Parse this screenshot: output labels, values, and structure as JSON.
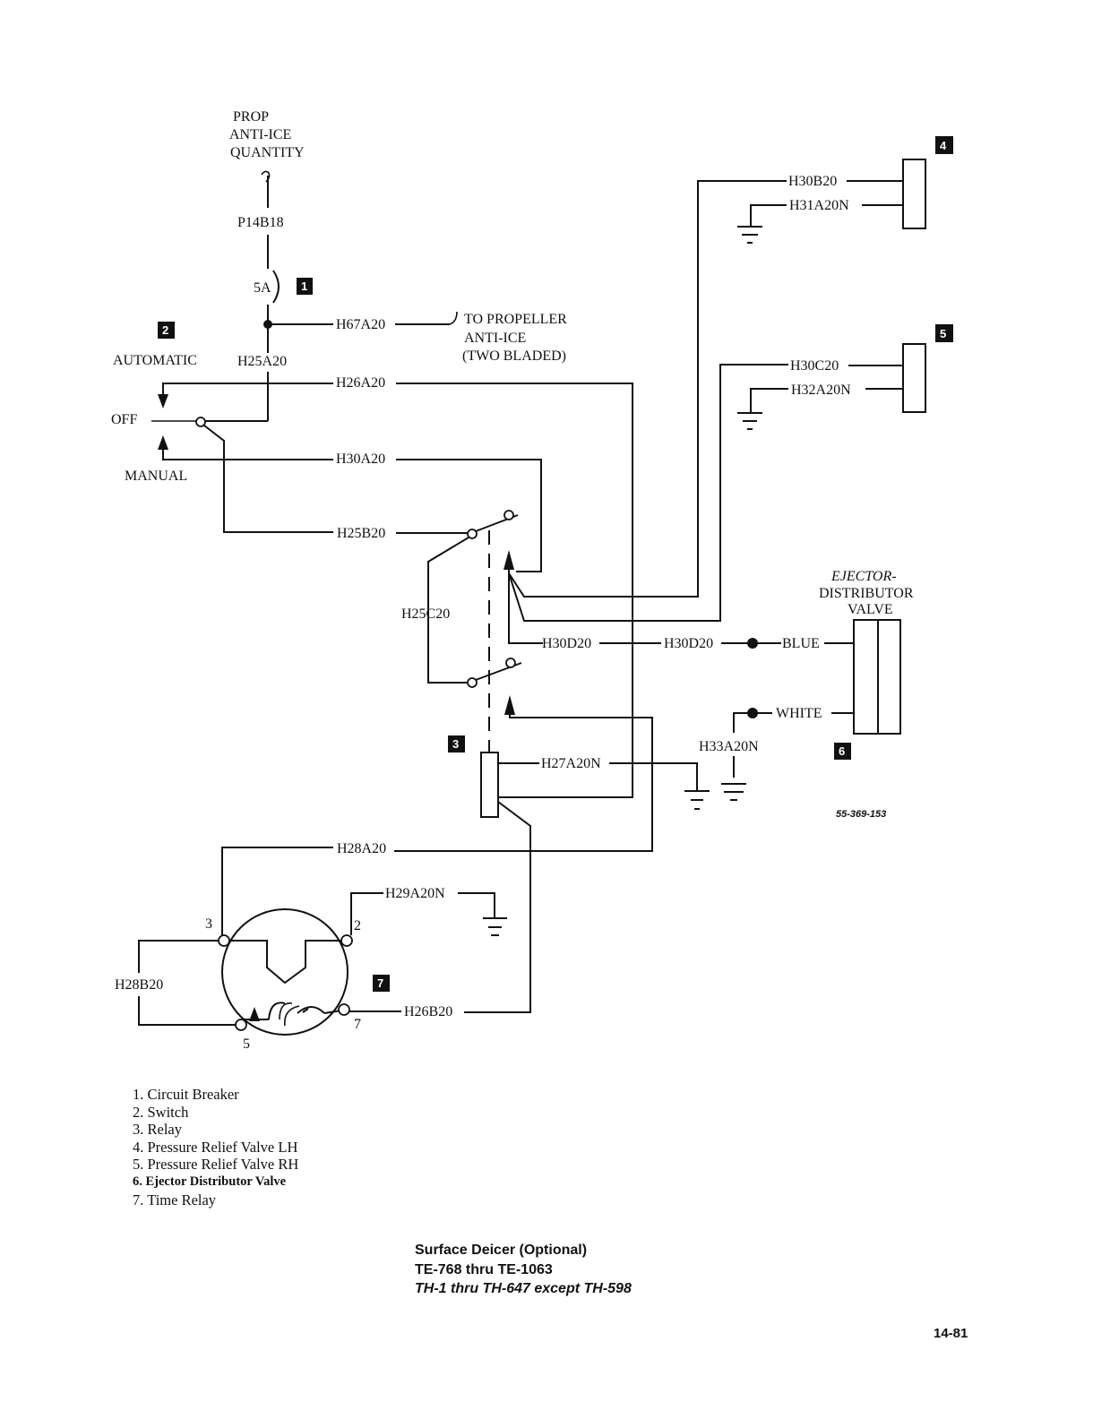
{
  "diagram": {
    "source_label": [
      "PROP",
      "ANTI-ICE",
      "QUANTITY"
    ],
    "wires": {
      "p14b18": "P14B18",
      "breaker_rating": "5A",
      "h67a20": "H67A20",
      "h25a20": "H25A20",
      "h26a20": "H26A20",
      "h30a20": "H30A20",
      "h25b20": "H25B20",
      "h25c20": "H25C20",
      "h30d20_a": "H30D20",
      "h30d20_b": "H30D20",
      "h27a20n": "H27A20N",
      "h28a20": "H28A20",
      "h29a20n": "H29A20N",
      "h28b20": "H28B20",
      "h26b20": "H26B20",
      "h30b20": "H30B20",
      "h31a20n": "H31A20N",
      "h30c20": "H30C20",
      "h32a20n": "H32A20N",
      "h33a20n": "H33A20N",
      "blue": "BLUE",
      "white": "WHITE"
    },
    "propeller_note": [
      "TO PROPELLER",
      "ANTI-ICE",
      "(TWO BLADED)"
    ],
    "switch_positions": {
      "automatic": "AUTOMATIC",
      "off": "OFF",
      "manual": "MANUAL"
    },
    "valve_title": [
      "EJECTOR-",
      "DISTRIBUTOR",
      "VALVE"
    ],
    "time_relay_pins": {
      "p3": "3",
      "p2": "2",
      "p5": "5",
      "p7": "7"
    },
    "callouts": {
      "c1": "1",
      "c2": "2",
      "c3": "3",
      "c4": "4",
      "c5": "5",
      "c6": "6",
      "c7": "7"
    },
    "figure_number": "55-369-153"
  },
  "legend": [
    "1. Circuit Breaker",
    "2. Switch",
    "3. Relay",
    "4. Pressure Relief Valve LH",
    "5. Pressure Relief Valve RH",
    "6. Ejector Distributor Valve",
    "7. Time Relay"
  ],
  "caption": {
    "title": "Surface Deicer (Optional)",
    "line2": "TE-768 thru TE-1063",
    "line3": "TH-1 thru TH-647 except TH-598"
  },
  "page_number": "14-81"
}
